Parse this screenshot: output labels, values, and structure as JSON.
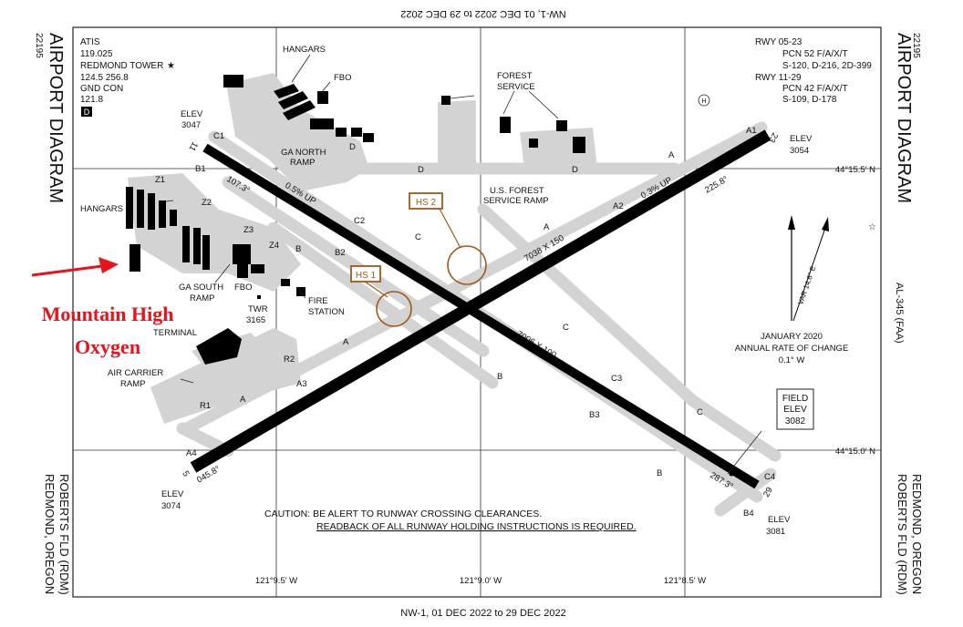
{
  "header_top": "NW-1, 01 DEC 2022 to 29 DEC 2022",
  "footer": "NW-1, 01 DEC 2022 to 29 DEC 2022",
  "doc_number": "22195",
  "title": "AIRPORT DIAGRAM",
  "airport_name": "ROBERTS FLD (RDM)",
  "city": "REDMOND, OREGON",
  "chart_id": "AL-345 (FAA)",
  "comms": {
    "atis": "ATIS",
    "atis_freq": "119.025",
    "tower": "REDMOND TOWER",
    "tower_freq": "124.5  256.8",
    "gnd": "GND CON",
    "gnd_freq": "121.8",
    "d_box": "D"
  },
  "runway_info": {
    "rwy1": "RWY 05-23",
    "rwy1_pcn": "PCN 52 F/A/X/T",
    "rwy1_str": "S-120, D-216, 2D-399",
    "rwy2": "RWY 11-29",
    "rwy2_pcn": "PCN 42 F/A/X/T",
    "rwy2_str": "S-109, D-178"
  },
  "annotation": {
    "line1": "Mountain High",
    "line2": "Oxygen",
    "color": "#e8131b"
  },
  "hotspots": [
    "HS 1",
    "HS 2"
  ],
  "hotspot_color": "#9b5a1a",
  "labels": {
    "hangars_top": "HANGARS",
    "fbo_top": "FBO",
    "forest_service": "FOREST\nSERVICE",
    "us_forest_ramp_1": "U.S. FOREST",
    "us_forest_ramp_2": "SERVICE RAMP",
    "ga_north_1": "GA NORTH",
    "ga_north_2": "RAMP",
    "hangars_left": "HANGARS",
    "ga_south_1": "GA SOUTH",
    "ga_south_2": "RAMP",
    "fbo_left": "FBO",
    "twr": "TWR",
    "twr_elev": "3165",
    "fire_1": "FIRE",
    "fire_2": "STATION",
    "terminal": "TERMINAL",
    "air_carrier_1": "AIR CARRIER",
    "air_carrier_2": "RAMP",
    "elev_nw": "ELEV",
    "elev_nw_val": "3047",
    "elev_ne": "ELEV",
    "elev_ne_val": "3054",
    "elev_sw": "ELEV",
    "elev_sw_val": "3074",
    "elev_se": "ELEV",
    "elev_se_val": "3081",
    "field_elev_1": "FIELD",
    "field_elev_2": "ELEV",
    "field_elev_3": "3082",
    "rwy_05_23_dim": "7038 X 150",
    "rwy_11_29_dim": "7006 X 100",
    "up_left": "0.5% UP",
    "up_right": "0.3% UP",
    "hdg_107": "107.3°",
    "hdg_225": "225.8°",
    "hdg_045": "045.8°",
    "hdg_287": "287.3°",
    "rwy_end_11": "11",
    "rwy_end_23": "23",
    "rwy_end_5": "5",
    "rwy_end_29": "29",
    "lat_top": "44°15.5′ N",
    "lat_bot": "44°15.0′ N",
    "lon_1": "121°9.5′ W",
    "lon_2": "121°9.0′ W",
    "lon_3": "121°8.5′ W",
    "var": "VAR 14.6° E",
    "change_1": "JANUARY 2020",
    "change_2": "ANNUAL RATE OF CHANGE",
    "change_3": "0.1° W",
    "caution_1": "CAUTION: BE ALERT TO RUNWAY CROSSING CLEARANCES.",
    "caution_2": "READBACK OF ALL RUNWAY HOLDING INSTRUCTIONS IS REQUIRED.",
    "heli": "H"
  },
  "taxiways": [
    "A",
    "A",
    "A",
    "A",
    "A1",
    "A2",
    "A3",
    "A4",
    "B",
    "B",
    "B",
    "B1",
    "B2",
    "B3",
    "B4",
    "C",
    "C",
    "C",
    "C1",
    "C2",
    "C3",
    "C4",
    "D",
    "D",
    "D",
    "R1",
    "R2",
    "Z1",
    "Z2",
    "Z3",
    "Z4"
  ]
}
